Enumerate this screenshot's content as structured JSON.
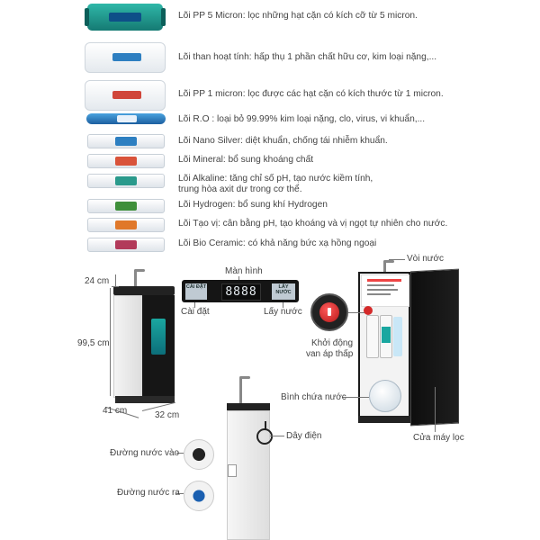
{
  "filters": [
    {
      "id": "pp5",
      "label": "Lõi PP 5 Micron: lọc những hạt cặn có kích cỡ từ 5 micron."
    },
    {
      "id": "carbon",
      "label": "Lõi than hoạt tính: hấp thụ 1 phần chất hữu cơ, kim loại nặng,..."
    },
    {
      "id": "pp1",
      "label": "Lõi PP 1 micron: lọc được các hạt cặn có kích thước từ 1 micron."
    },
    {
      "id": "ro",
      "label": "Lõi R.O : loại bỏ 99.99% kim loại nặng, clo, virus, vi khuẩn,..."
    },
    {
      "id": "nano-silver",
      "label": "Lõi Nano Silver: diệt khuẩn, chống tái nhiễm khuẩn."
    },
    {
      "id": "mineral",
      "label": "Lõi Mineral: bổ sung khoáng chất"
    },
    {
      "id": "alkaline",
      "label_line1": "Lõi Alkaline: tăng chỉ số pH, tạo nước kiềm tính,",
      "label_line2": "trung hòa axit dư trong cơ thể."
    },
    {
      "id": "hydrogen",
      "label": "Lõi Hydrogen: bổ sung khí Hydrogen"
    },
    {
      "id": "taste",
      "label": "Lõi Tạo vị: cân bằng pH, tạo khoáng và vị ngọt tự nhiên cho nước."
    },
    {
      "id": "bio-ceramic",
      "label": "Lõi Bio Ceramic: có khả năng bức xạ hồng ngoại"
    }
  ],
  "filter_band_colors": {
    "nano-silver": "#2d7fc1",
    "mineral": "#d9533a",
    "alkaline": "#2a9a8c",
    "hydrogen": "#3f8f3a",
    "taste": "#e0782a",
    "bio-ceramic": "#b23a5a"
  },
  "dimensions": {
    "height_top": "24 cm",
    "height_body": "99,5 cm",
    "depth": "41 cm",
    "width": "32 cm"
  },
  "panel": {
    "screen_label": "Màn hình",
    "settings_label": "Cài đặt",
    "dispense_label": "Lấy nước",
    "btn_left": "CÀI ĐẶT",
    "btn_right": "LẤY NƯỚC",
    "display": "8888"
  },
  "parts": {
    "faucet": "Vòi nước",
    "pump_switch_line1": "Khởi động",
    "pump_switch_line2": "van áp thấp",
    "tank": "Bình chứa nước",
    "door": "Cửa máy lọc",
    "power_cord": "Dây điện",
    "water_in": "Đường nước vào",
    "water_out": "Đường nước ra"
  },
  "brand_color": "#1aa7a0",
  "switch_color": "#d42a2a"
}
